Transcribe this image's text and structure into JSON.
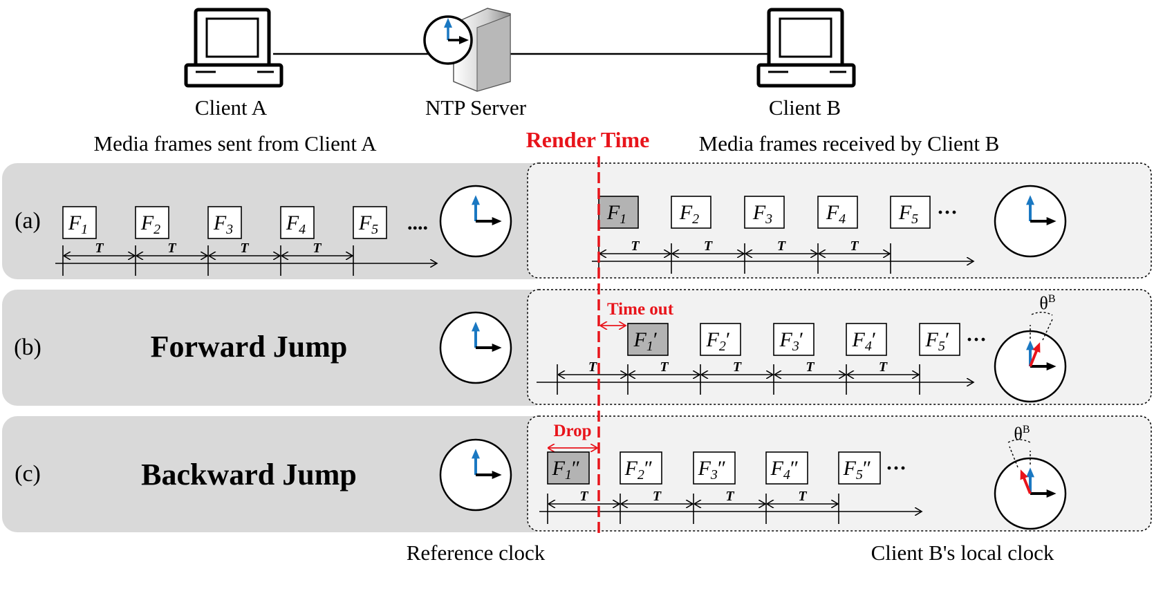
{
  "nodes": {
    "client_a": "Client A",
    "ntp_server": "NTP Server",
    "client_b": "Client B"
  },
  "headers": {
    "sent": "Media frames sent from Client A",
    "render_time": "Render Time",
    "received": "Media frames received by Client B"
  },
  "rows": [
    {
      "label": "(a)",
      "title": "",
      "annotation": "",
      "left_frames": [
        "F1",
        "F2",
        "F3",
        "F4",
        "F5"
      ],
      "right_frames": [
        "F1",
        "F2",
        "F3",
        "F4",
        "F5"
      ],
      "right_suffix": "",
      "theta": ""
    },
    {
      "label": "(b)",
      "title": "Forward Jump",
      "annotation": "Time out",
      "left_frames": [],
      "right_frames": [
        "F1",
        "F2",
        "F3",
        "F4",
        "F5"
      ],
      "right_suffix": "′",
      "theta": "θ"
    },
    {
      "label": "(c)",
      "title": "Backward Jump",
      "annotation": "Drop",
      "left_frames": [],
      "right_frames": [
        "F1",
        "F2",
        "F3",
        "F4",
        "F5"
      ],
      "right_suffix": "″",
      "theta": "θ"
    }
  ],
  "period_label": "T",
  "ellipsis_left": "....",
  "ellipsis_right": "···",
  "theta_sup": "B",
  "footer": {
    "reference": "Reference clock",
    "local": "Client B's local clock"
  },
  "colors": {
    "panel_dark": "#d9d9d9",
    "panel_light": "#f2f2f2",
    "red": "#e8141b",
    "blue": "#1a78c2",
    "frame_gray": "#b3b3b3"
  }
}
